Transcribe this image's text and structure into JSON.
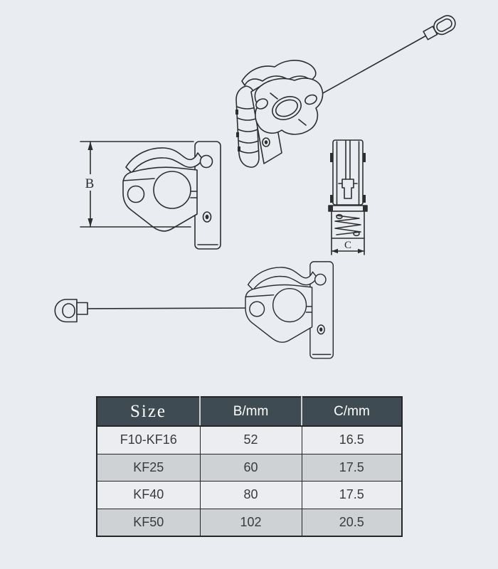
{
  "page": {
    "background": "#e9ecf1",
    "line_color": "#2e2e2e",
    "description_labels": {
      "b_label": "B",
      "c_label": "C"
    }
  },
  "table": {
    "headers": {
      "size": "Size",
      "b": "B/mm",
      "c": "C/mm"
    },
    "rows": [
      {
        "size": "F10-KF16",
        "b": "52",
        "c": "16.5"
      },
      {
        "size": "KF25",
        "b": "60",
        "c": "17.5"
      },
      {
        "size": "KF40",
        "b": "80",
        "c": "17.5"
      },
      {
        "size": "KF50",
        "b": "102",
        "c": "20.5"
      }
    ],
    "colors": {
      "header_bg": "#3e4b52",
      "header_text": "#ffffff",
      "row_light": "#ebedf0",
      "row_dark": "#ced2d5",
      "border": "#262626",
      "cell_text": "#3a3a3a"
    }
  }
}
